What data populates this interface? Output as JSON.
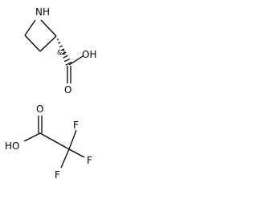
{
  "structures": [
    {
      "atom_labels": {
        "nh": "NH",
        "oh": "OH",
        "o": "O"
      },
      "stereo_label": "&1"
    },
    {
      "atom_labels": {
        "ho": "HO",
        "o": "O",
        "f_top": "F",
        "f_right": "F",
        "f_bottom": "F"
      }
    }
  ]
}
